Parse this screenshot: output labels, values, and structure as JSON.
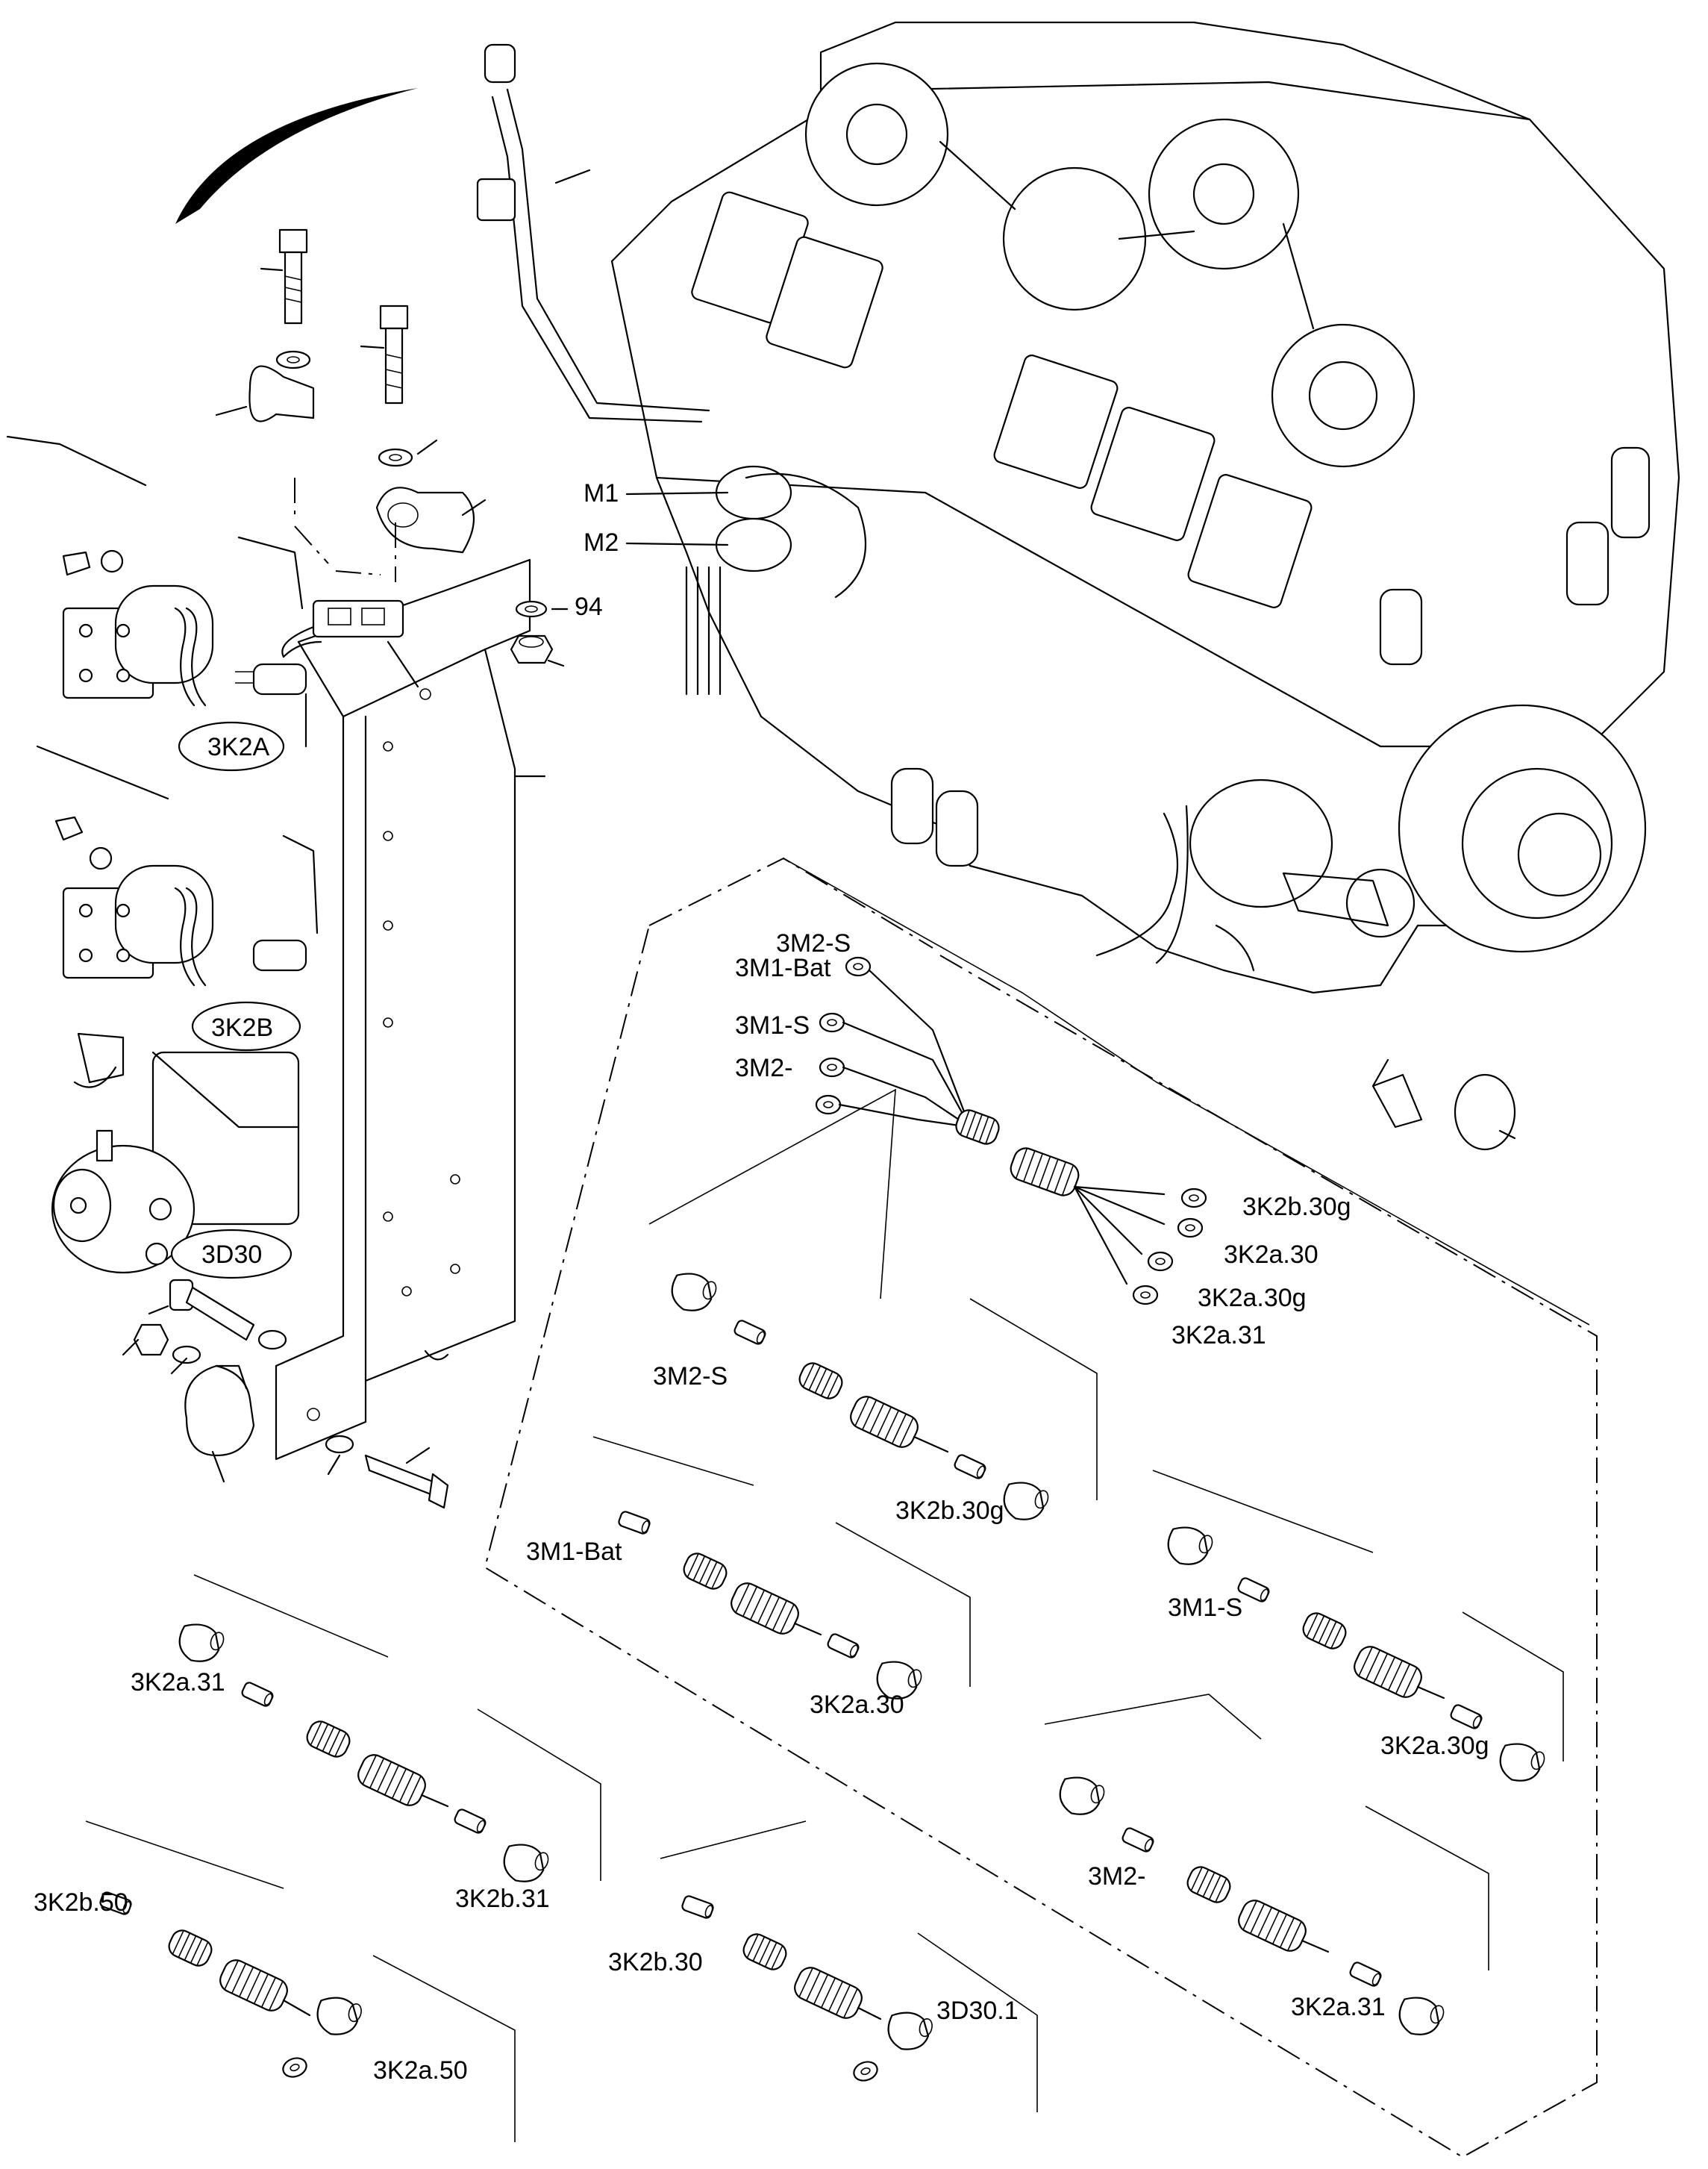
{
  "diagram": {
    "engine_labels": {
      "m1": "M1",
      "m2": "M2"
    },
    "item_callout": "94",
    "relay_labels": {
      "k2a": "3K2A",
      "k2b": "3K2B",
      "d30": "3D30"
    },
    "harness_end_labels": {
      "left": [
        "3M2-S",
        "3M1-Bat",
        "3M1-S",
        "3M2-"
      ],
      "right": [
        "3K2b.30g",
        "3K2a.30",
        "3K2a.30g",
        "3K2a.31"
      ]
    },
    "cables": [
      {
        "start": "3M2-S",
        "end": "3K2b.30g"
      },
      {
        "start": "3M1-Bat",
        "end": "3K2a.30"
      },
      {
        "start": "3M1-S",
        "end": "3K2a.30g"
      },
      {
        "start": "3M2-",
        "end": "3K2a.31"
      },
      {
        "start": "3K2a.31",
        "end": "3K2b.31"
      },
      {
        "start": "3K2b.50",
        "end": "3K2a.50"
      },
      {
        "start": "3K2b.30",
        "end": "3D30.1"
      }
    ]
  }
}
